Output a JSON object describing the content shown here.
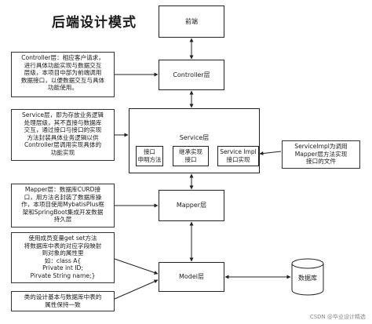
{
  "title": "后端设计模式",
  "nodes": {
    "frontend": "前端",
    "controller": "Controller层",
    "service": "Service层",
    "interface_decl": "接口\n申明方法",
    "inherit_impl": "继承实现\n接口",
    "service_impl": "Service Impl\n接口实现",
    "mapper": "Mapper层",
    "model": "Model层",
    "database": "数据库"
  },
  "notes": {
    "controller": "Controller层：相应客户请求，\n进行具体功能实现与数据交互\n层级，本项目中部为前端调用\n数据接口，以便数据交互与具体\n功能使用。",
    "service": "Service层，即为存放业务逻辑\n处理层级，其不直接与数据库\n交互，通过接口与接口的实现\n方法封装具体业务逻辑以供\nController层调用实现具体的\n功能实现",
    "service_impl": "ServiceImpl为调用\nMapper层方法实现\n接口的文件",
    "mapper": "Mapper层：数据库CURD接\n口，用方法名封装了数据库操\n作，本项目使用MybatisPlus框\n架和SpringBoot集成开发数据\n持久层",
    "model": "使用成员变量get set方法\n将数据库中表的对应字段映射\n到对象的属性里\n如：class A{\nPrivate int ID;\nPirvate String name;}",
    "model_table": "类的设计基本与数据库中表的\n属性保持一致"
  },
  "watermark": "CSDN @毕业设计精选"
}
